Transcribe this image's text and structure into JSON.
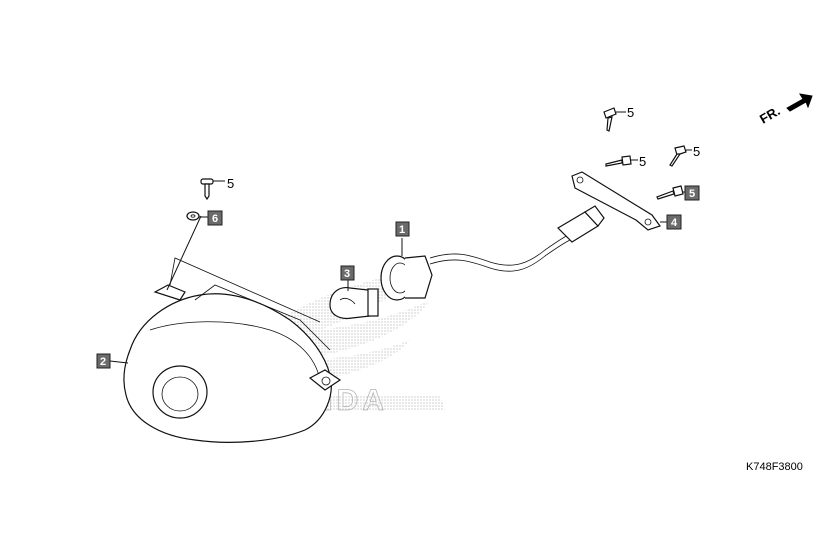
{
  "diagram_code": "K748F3800",
  "front_indicator": "FR.",
  "watermark_text": "HONDA",
  "callouts": {
    "c1": "1",
    "c2": "2",
    "c3": "3",
    "c4": "4",
    "c5a": "5",
    "c5b": "5",
    "c5c": "5",
    "c5d": "5",
    "c5e": "5",
    "c6": "6"
  }
}
